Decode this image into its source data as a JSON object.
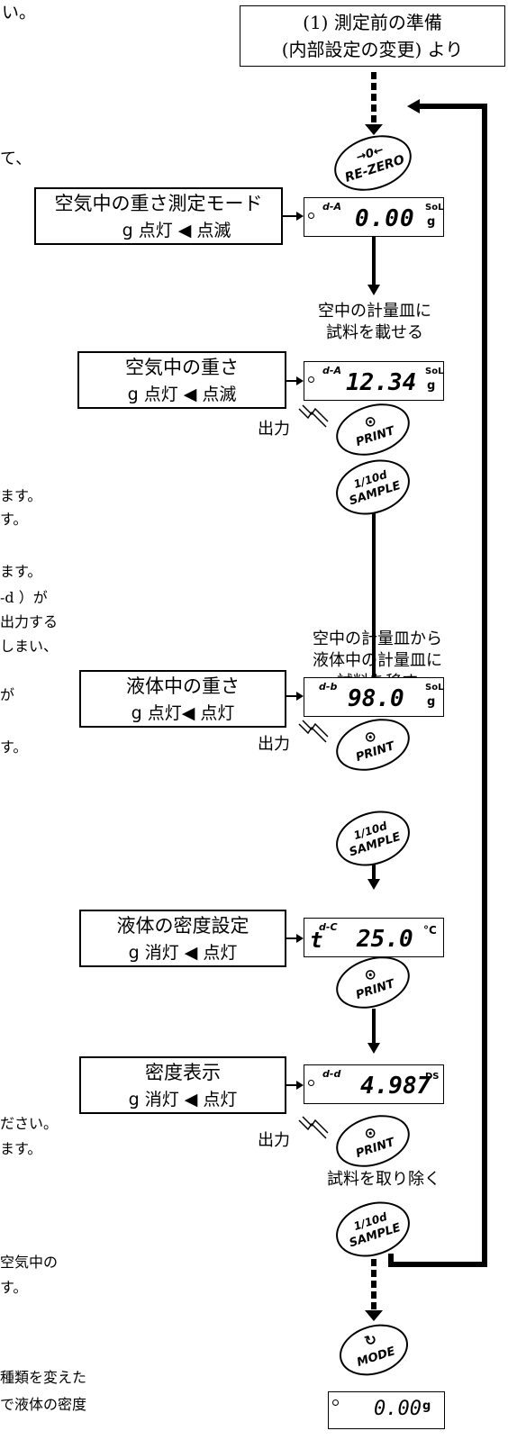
{
  "left_fragments": [
    "い。",
    "て、",
    "ます。",
    "す。",
    "ます。",
    "-d ）が",
    "出力する",
    "しまい、",
    "が",
    "す。",
    "ださい。",
    "ます。",
    "空気中の",
    "す。",
    "種類を変えた",
    "で液体の密度"
  ],
  "top_box": {
    "line1": "(1) 測定前の準備",
    "line2": "(内部設定の変更) より"
  },
  "buttons": {
    "rezero": {
      "line1": "→0←",
      "line2": "RE-ZERO"
    },
    "print": {
      "symbol": "⊙",
      "label": "PRINT"
    },
    "sample": {
      "line1": "1/10d",
      "line2": "SAMPLE"
    },
    "mode": {
      "symbol": "↻",
      "label": "MODE"
    }
  },
  "output_label": "出力",
  "mode_boxes": [
    {
      "line1": "空気中の重さ測定モード",
      "line2": "g 点灯 ◀ 点滅"
    },
    {
      "line1": "空気中の重さ",
      "line2": "g 点灯 ◀ 点滅"
    },
    {
      "line1": "液体中の重さ",
      "line2": "g 点灯◀ 点灯"
    },
    {
      "line1": "液体の密度設定",
      "line2": "g 消灯 ◀ 点灯"
    },
    {
      "line1": "密度表示",
      "line2": "g 消灯 ◀ 点灯"
    }
  ],
  "displays": [
    {
      "code": "d-A",
      "value": "0.00",
      "unit_top": "SoL",
      "unit_bottom": "g"
    },
    {
      "code": "d-A",
      "value": "12.34",
      "unit_top": "SoL",
      "unit_bottom": "g"
    },
    {
      "code": "d-b",
      "value": "98.0",
      "unit_top": "SoL",
      "unit_bottom": "g"
    },
    {
      "code": "d-C",
      "prefix": "t",
      "value": "25.0",
      "unit_top": "°C",
      "unit_bottom": ""
    },
    {
      "code": "d-d",
      "value": "4.987",
      "unit_top": "DS",
      "unit_bottom": ""
    },
    {
      "code": "",
      "value": "0.00",
      "unit_top": "g",
      "unit_bottom": ""
    }
  ],
  "step_labels": [
    {
      "line1": "空中の計量皿に",
      "line2": "試料を載せる"
    },
    {
      "line1": "空中の計量皿から",
      "line2": "液体中の計量皿に",
      "line3": "試料を移す"
    },
    {
      "line1": "試料を取り除く"
    }
  ]
}
